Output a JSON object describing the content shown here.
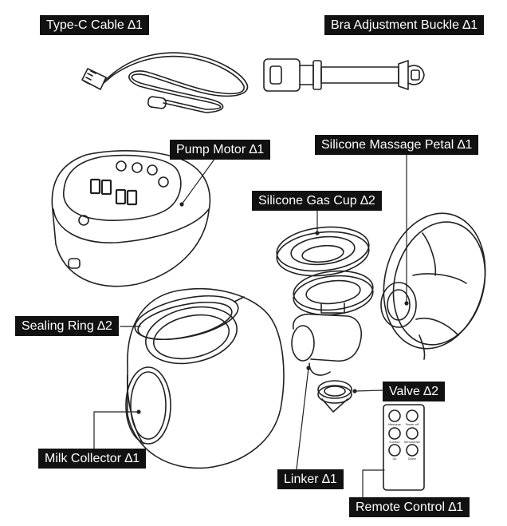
{
  "labels": {
    "type_c_cable": "Type-C Cable ∆1",
    "bra_buckle": "Bra Adjustment Buckle ∆1",
    "pump_motor": "Pump Motor ∆1",
    "massage_petal": "Silicone Massage Petal ∆1",
    "gas_cup": "Silicone Gas Cup ∆2",
    "sealing_ring": "Sealing Ring ∆2",
    "valve": "Valve ∆2",
    "milk_collector": "Milk Collector ∆1",
    "linker": "Linker ∆1",
    "remote_control": "Remote Control ∆1"
  },
  "remote_buttons": {
    "massage": "Massage",
    "power_off": "Power off",
    "suction": "Suction",
    "stimulation": "Stimulation",
    "up": "Up",
    "down": "Down"
  },
  "colors": {
    "line": "#222222",
    "label_bg": "#111111",
    "label_text": "#ffffff"
  }
}
